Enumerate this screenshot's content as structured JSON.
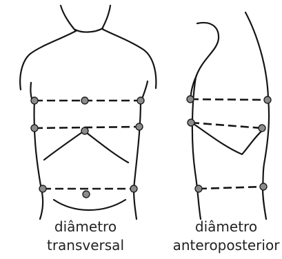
{
  "captions": {
    "front": {
      "line1": "diâmetro",
      "line2": "transversal"
    },
    "side": {
      "line1": "diâmetro",
      "line2": "anteroposterior"
    }
  },
  "colors": {
    "ink": "#151515",
    "marker_fill": "#8b8b8b",
    "caption_text": "#222222"
  }
}
